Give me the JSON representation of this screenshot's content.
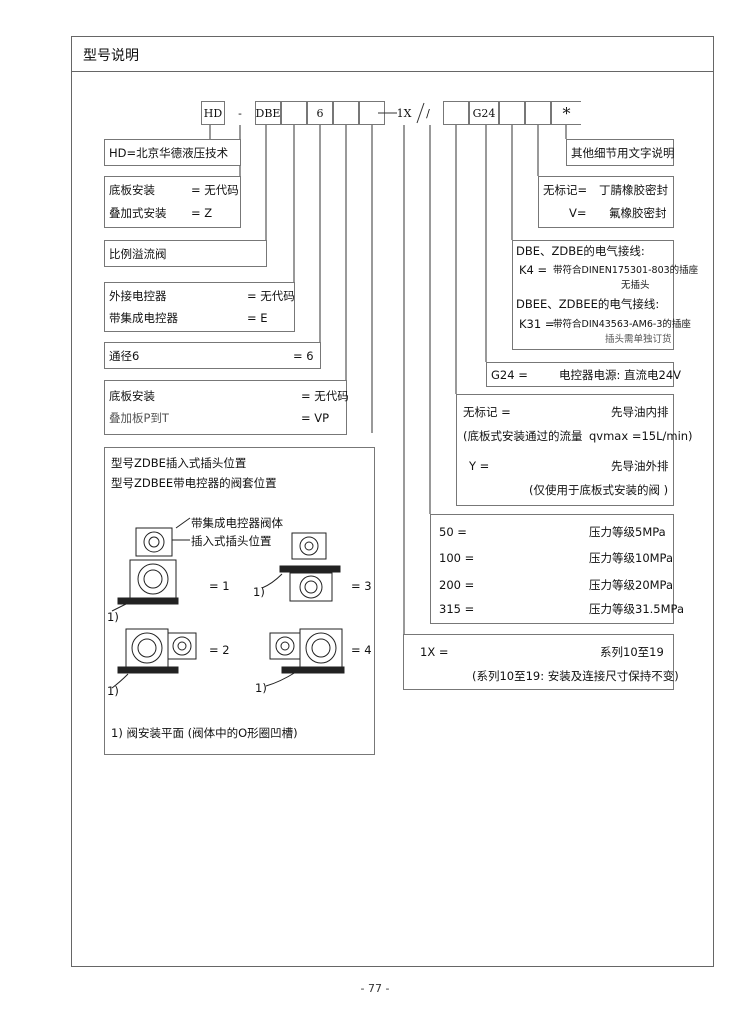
{
  "header": {
    "title": "型号说明"
  },
  "code": {
    "cells": [
      "HD",
      "-",
      "DBE",
      "",
      "6",
      "",
      "",
      "",
      "1X",
      "/",
      "",
      "G24",
      "",
      "",
      "*"
    ]
  },
  "boxes": {
    "hd": "HD=北京华德液压技术",
    "mount1": {
      "a": "底板安装",
      "a_val": "= 无代码",
      "b": "叠加式安装",
      "b_val": "= Z"
    },
    "prop": "比例溢流阀",
    "ctrl": {
      "a": "外接电控器",
      "a_val": "= 无代码",
      "b": "带集成电控器",
      "b_val": "= E"
    },
    "size": {
      "a": "通径6",
      "a_val": "= 6"
    },
    "mount2": {
      "a": "底板安装",
      "a_val": "= 无代码",
      "b": "叠加板P到T",
      "b_val": "= VP"
    },
    "plug": {
      "l1": "型号ZDBE插入式插头位置",
      "l2": "型号ZDBEE带电控器的阀套位置",
      "c1": "带集成电控器阀体",
      "c2": "插入式插头位置",
      "p1": "= 1",
      "p2": "= 2",
      "p3": "= 3",
      "p4": "= 4",
      "one": "1)",
      "note": "1) 阀安装平面 (阀体中的O形圈凹槽)"
    },
    "other": "其他细节用文字说明",
    "seal": {
      "a": "无标记=",
      "a_val": "丁腈橡胶密封",
      "b": "V=",
      "b_val": "氟橡胶密封"
    },
    "elec": {
      "h1": "DBE、ZDBE的电气接线:",
      "k4": "K4 =",
      "k4_val": "带符合DINEN175301-803的插座",
      "k4_sub": "无插头",
      "h2": "DBEE、ZDBEE的电气接线:",
      "k31": "K31 =",
      "k31_val": "带符合DIN43563-AM6-3的插座",
      "k31_sub": "插头需单独订货"
    },
    "power": {
      "a": "G24 =",
      "a_val": "电控器电源: 直流电24V"
    },
    "drain": {
      "a": "无标记 =",
      "a_val": "先导油内排",
      "a_note": "(底板式安装通过的流量",
      "a_note2": "qvmax =15L/min)",
      "b": "Y =",
      "b_val": "先导油外排",
      "b_note": "(仅使用于底板式安装的阀 )"
    },
    "pressure": [
      {
        "k": "50 =",
        "v": "压力等级5MPa"
      },
      {
        "k": "100 =",
        "v": "压力等级10MPa"
      },
      {
        "k": "200 =",
        "v": "压力等级20MPa"
      },
      {
        "k": "315 =",
        "v": "压力等级31.5MPa"
      }
    ],
    "series": {
      "a": "1X =",
      "a_val": "系列10至19",
      "note": "(系列10至19: 安装及连接尺寸保持不变)"
    }
  },
  "footer": {
    "page": "- 77 -"
  }
}
